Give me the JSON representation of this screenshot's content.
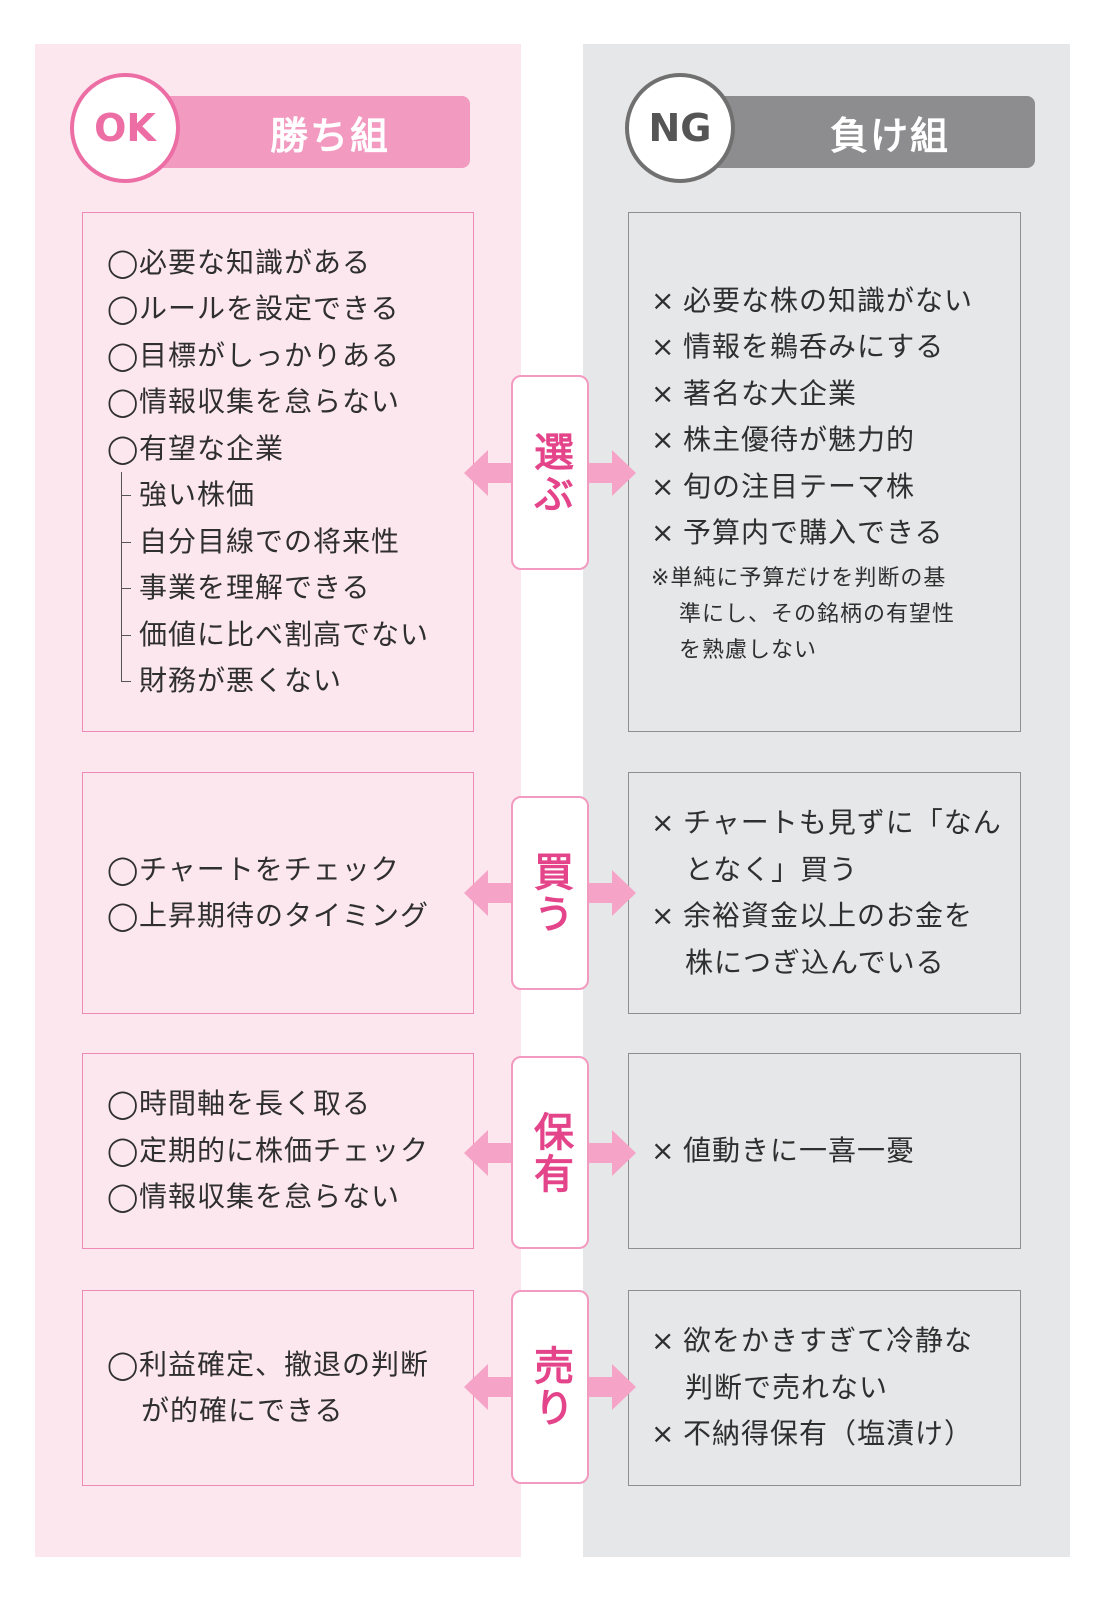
{
  "ok": {
    "badge": "OK",
    "title": "勝ち組",
    "sections": [
      {
        "lines": [
          {
            "mark": "◯",
            "text": "必要な知識がある",
            "kind": "item"
          },
          {
            "mark": "◯",
            "text": "ルールを設定できる",
            "kind": "item"
          },
          {
            "mark": "◯",
            "text": "目標がしっかりある",
            "kind": "item"
          },
          {
            "mark": "◯",
            "text": "情報収集を怠らない",
            "kind": "item"
          },
          {
            "mark": "◯",
            "text": "有望な企業",
            "kind": "item"
          },
          {
            "mark": "",
            "text": "強い株価",
            "kind": "sub"
          },
          {
            "mark": "",
            "text": "自分目線での将来性",
            "kind": "sub"
          },
          {
            "mark": "",
            "text": "事業を理解できる",
            "kind": "sub"
          },
          {
            "mark": "",
            "text": "価値に比べ割高でない",
            "kind": "sub"
          },
          {
            "mark": "",
            "text": "財務が悪くない",
            "kind": "sub"
          }
        ]
      },
      {
        "lines": [
          {
            "mark": "◯",
            "text": "チャートをチェック",
            "kind": "item"
          },
          {
            "mark": "◯",
            "text": "上昇期待のタイミング",
            "kind": "item"
          }
        ]
      },
      {
        "lines": [
          {
            "mark": "◯",
            "text": "時間軸を長く取る",
            "kind": "item"
          },
          {
            "mark": "◯",
            "text": "定期的に株価チェック",
            "kind": "item"
          },
          {
            "mark": "◯",
            "text": "情報収集を怠らない",
            "kind": "item"
          }
        ]
      },
      {
        "lines": [
          {
            "mark": "◯",
            "text": "利益確定、撤退の判断",
            "kind": "item"
          },
          {
            "mark": "",
            "text": "が的確にできる",
            "kind": "cont"
          }
        ]
      }
    ]
  },
  "ng": {
    "badge": "NG",
    "title": "負け組",
    "sections": [
      {
        "lines": [
          {
            "mark": "×",
            "text": "必要な株の知識がない",
            "kind": "item"
          },
          {
            "mark": "×",
            "text": "情報を鵜呑みにする",
            "kind": "item"
          },
          {
            "mark": "×",
            "text": "著名な大企業",
            "kind": "item"
          },
          {
            "mark": "×",
            "text": "株主優待が魅力的",
            "kind": "item"
          },
          {
            "mark": "×",
            "text": "旬の注目テーマ株",
            "kind": "item"
          },
          {
            "mark": "×",
            "text": "予算内で購入できる",
            "kind": "item"
          },
          {
            "mark": "",
            "text": "※単純に予算だけを判断の基",
            "kind": "note"
          },
          {
            "mark": "",
            "text": "準にし、その銘柄の有望性",
            "kind": "note-cont"
          },
          {
            "mark": "",
            "text": "を熟慮しない",
            "kind": "note-cont"
          }
        ]
      },
      {
        "lines": [
          {
            "mark": "×",
            "text": "チャートも見ずに「なん",
            "kind": "item"
          },
          {
            "mark": "",
            "text": "となく」買う",
            "kind": "cont"
          },
          {
            "mark": "×",
            "text": "余裕資金以上のお金を",
            "kind": "item"
          },
          {
            "mark": "",
            "text": "株につぎ込んでいる",
            "kind": "cont"
          }
        ]
      },
      {
        "lines": [
          {
            "mark": "×",
            "text": "値動きに一喜一憂",
            "kind": "item"
          }
        ]
      },
      {
        "lines": [
          {
            "mark": "×",
            "text": "欲をかきすぎて冷静な",
            "kind": "item"
          },
          {
            "mark": "",
            "text": "判断で売れない",
            "kind": "cont"
          },
          {
            "mark": "×",
            "text": "不納得保有（塩漬け）",
            "kind": "item"
          }
        ]
      }
    ]
  },
  "stages": [
    "選ぶ",
    "買う",
    "保有",
    "売り"
  ],
  "colors": {
    "ok_accent": "#ec6ea4",
    "ok_bar": "#f39ac0",
    "stage_text": "#e4448a",
    "ng_bar": "#8d8d8f",
    "arrow": "#f5a3c6"
  }
}
